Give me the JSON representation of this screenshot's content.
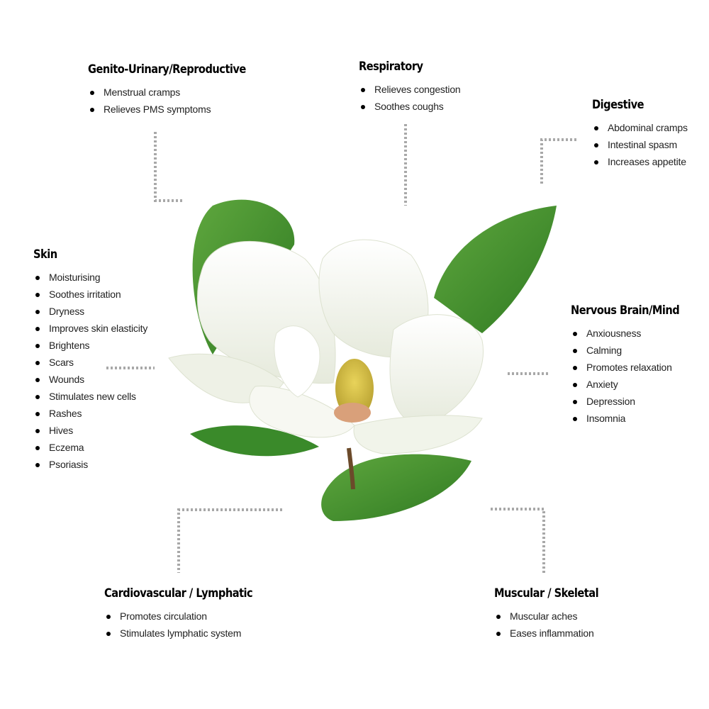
{
  "groups": [
    {
      "key": "genito",
      "title": "Genito-Urinary/Reproductive",
      "items": [
        "Menstrual cramps",
        "Relieves PMS symptoms"
      ]
    },
    {
      "key": "respiratory",
      "title": "Respiratory",
      "items": [
        "Relieves congestion",
        "Soothes coughs"
      ]
    },
    {
      "key": "digestive",
      "title": "Digestive",
      "items": [
        "Abdominal cramps",
        "Intestinal spasm",
        "Increases appetite"
      ]
    },
    {
      "key": "skin",
      "title": "Skin",
      "items": [
        "Moisturising",
        "Soothes irritation",
        "Dryness",
        "Improves skin elasticity",
        "Brightens",
        "Scars",
        "Wounds",
        "Stimulates new cells",
        "Rashes",
        "Hives",
        "Eczema",
        "Psoriasis"
      ]
    },
    {
      "key": "nervous",
      "title": "Nervous Brain/Mind",
      "items": [
        "Anxiousness",
        "Calming",
        "Promotes relaxation",
        "Anxiety",
        "Depression",
        "Insomnia"
      ]
    },
    {
      "key": "cardio",
      "title": "Cardiovascular / Lymphatic",
      "items": [
        "Promotes circulation",
        "Stimulates lymphatic system"
      ]
    },
    {
      "key": "muscular",
      "title": "Muscular / Skeletal",
      "items": [
        "Muscular aches",
        "Eases inflammation"
      ]
    }
  ],
  "colors": {
    "leaf": "#3f8f2e",
    "leaf_light": "#6fb04a",
    "petal": "#f4f6ee",
    "stamen": "#d9c24a",
    "connector": "#a8a8a8"
  },
  "image": {
    "icon": "magnolia-flower-icon"
  }
}
